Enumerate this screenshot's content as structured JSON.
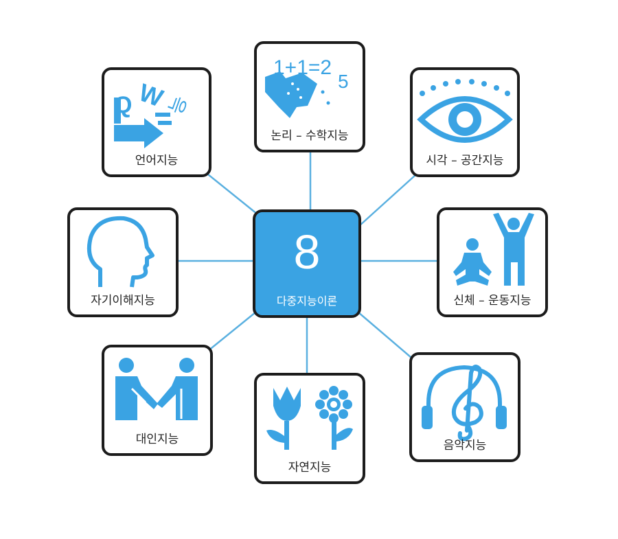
{
  "center": {
    "number": "8",
    "title": "다중지능이론"
  },
  "intelligences": {
    "logical": {
      "label": "논리 – 수학지능",
      "icon": "math-equation-icon"
    },
    "linguistic": {
      "label": "언어지능",
      "icon": "letters-arrow-icon"
    },
    "spatial": {
      "label": "시각 – 공간지능",
      "icon": "eye-icon"
    },
    "intrapersonal": {
      "label": "자기이해지능",
      "icon": "head-profile-icon"
    },
    "bodily": {
      "label": "신체 – 운동지능",
      "icon": "exercising-people-icon"
    },
    "interpersonal": {
      "label": "대인지능",
      "icon": "handshake-icon"
    },
    "naturalist": {
      "label": "자연지능",
      "icon": "flowers-icon"
    },
    "musical": {
      "label": "음악지능",
      "icon": "headphones-treble-clef-icon"
    }
  },
  "colors": {
    "accent": "#3aa3e3",
    "border": "#1c1c1c",
    "connector": "#5ab0e0"
  }
}
